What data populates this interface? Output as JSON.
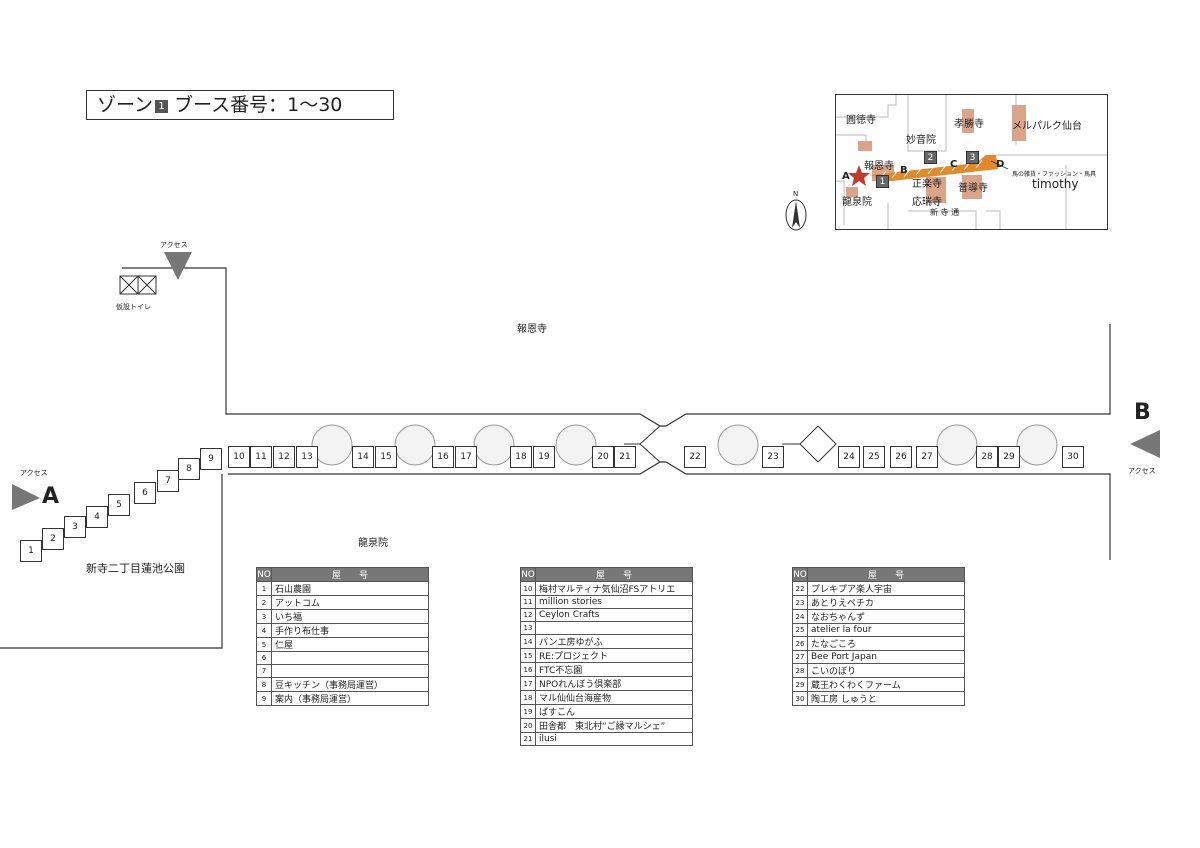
{
  "title": {
    "zone_label": "ゾーン",
    "zone_no": "1",
    "booth_label": "ブース番号：1〜30"
  },
  "labels": {
    "hoonji": "報恩寺",
    "ryusenin": "龍泉院",
    "park": "新寺二丁目蓮池公園",
    "toilet": "仮設トイレ",
    "access": "アクセス",
    "point_a": "A",
    "point_b": "B"
  },
  "booths": [
    "1",
    "2",
    "3",
    "4",
    "5",
    "6",
    "7",
    "8",
    "9",
    "10",
    "11",
    "12",
    "13",
    "14",
    "15",
    "16",
    "17",
    "18",
    "19",
    "20",
    "21",
    "22",
    "23",
    "24",
    "25",
    "26",
    "27",
    "28",
    "29",
    "30"
  ],
  "table_headers": {
    "no": "NO",
    "name": "屋　　号"
  },
  "shop_tables": [
    [
      [
        "1",
        "石山農園"
      ],
      [
        "2",
        "アットコム"
      ],
      [
        "3",
        "いち福"
      ],
      [
        "4",
        "手作り布仕事"
      ],
      [
        "5",
        "仁屋"
      ],
      [
        "6",
        ""
      ],
      [
        "7",
        ""
      ],
      [
        "8",
        "豆キッチン（事務局運営）"
      ],
      [
        "9",
        "案内（事務局運営）"
      ]
    ],
    [
      [
        "10",
        "梅村マルティナ気仙沼FSアトリエ"
      ],
      [
        "11",
        "million stories"
      ],
      [
        "12",
        "Ceylon Crafts"
      ],
      [
        "13",
        ""
      ],
      [
        "14",
        "パンエ房ゆがふ"
      ],
      [
        "15",
        "RE:プロジェクト"
      ],
      [
        "16",
        "FTC不忘園"
      ],
      [
        "17",
        "NPOれんぼう倶楽部"
      ],
      [
        "18",
        "マル仙仙台海産物"
      ],
      [
        "19",
        "ぱすこん"
      ],
      [
        "20",
        "田舎都　東北村“ご縁マルシェ”"
      ],
      [
        "21",
        "ilusi"
      ]
    ],
    [
      [
        "22",
        "プレキプア楽人宇宙"
      ],
      [
        "23",
        "あとりえペチカ"
      ],
      [
        "24",
        "なおちゃんず"
      ],
      [
        "25",
        "atelier la four"
      ],
      [
        "26",
        "たなごころ"
      ],
      [
        "27",
        "Bee Port Japan"
      ],
      [
        "28",
        "こいのぼり"
      ],
      [
        "29",
        "蔵王わくわくファーム"
      ],
      [
        "30",
        "陶工房 しゅうと"
      ]
    ]
  ],
  "inset": {
    "temples": [
      "圓徳寺",
      "妙音院",
      "報恩寺",
      "孝勝寺",
      "メルパルク仙台",
      "正楽寺",
      "普導寺",
      "応瑞寺",
      "龍泉院"
    ],
    "street": "新 寺 通",
    "shop_desc": "馬の雑貨・ファッション・馬具",
    "shop_name": "timothy",
    "zones": [
      "1",
      "2",
      "3"
    ],
    "points": [
      "A",
      "B",
      "C",
      "D"
    ],
    "north": "N"
  },
  "colors": {
    "inset_building": "#d9a48a",
    "route_stripe": "#e08a2c",
    "star": "#c0392b",
    "arrow": "#777777"
  }
}
